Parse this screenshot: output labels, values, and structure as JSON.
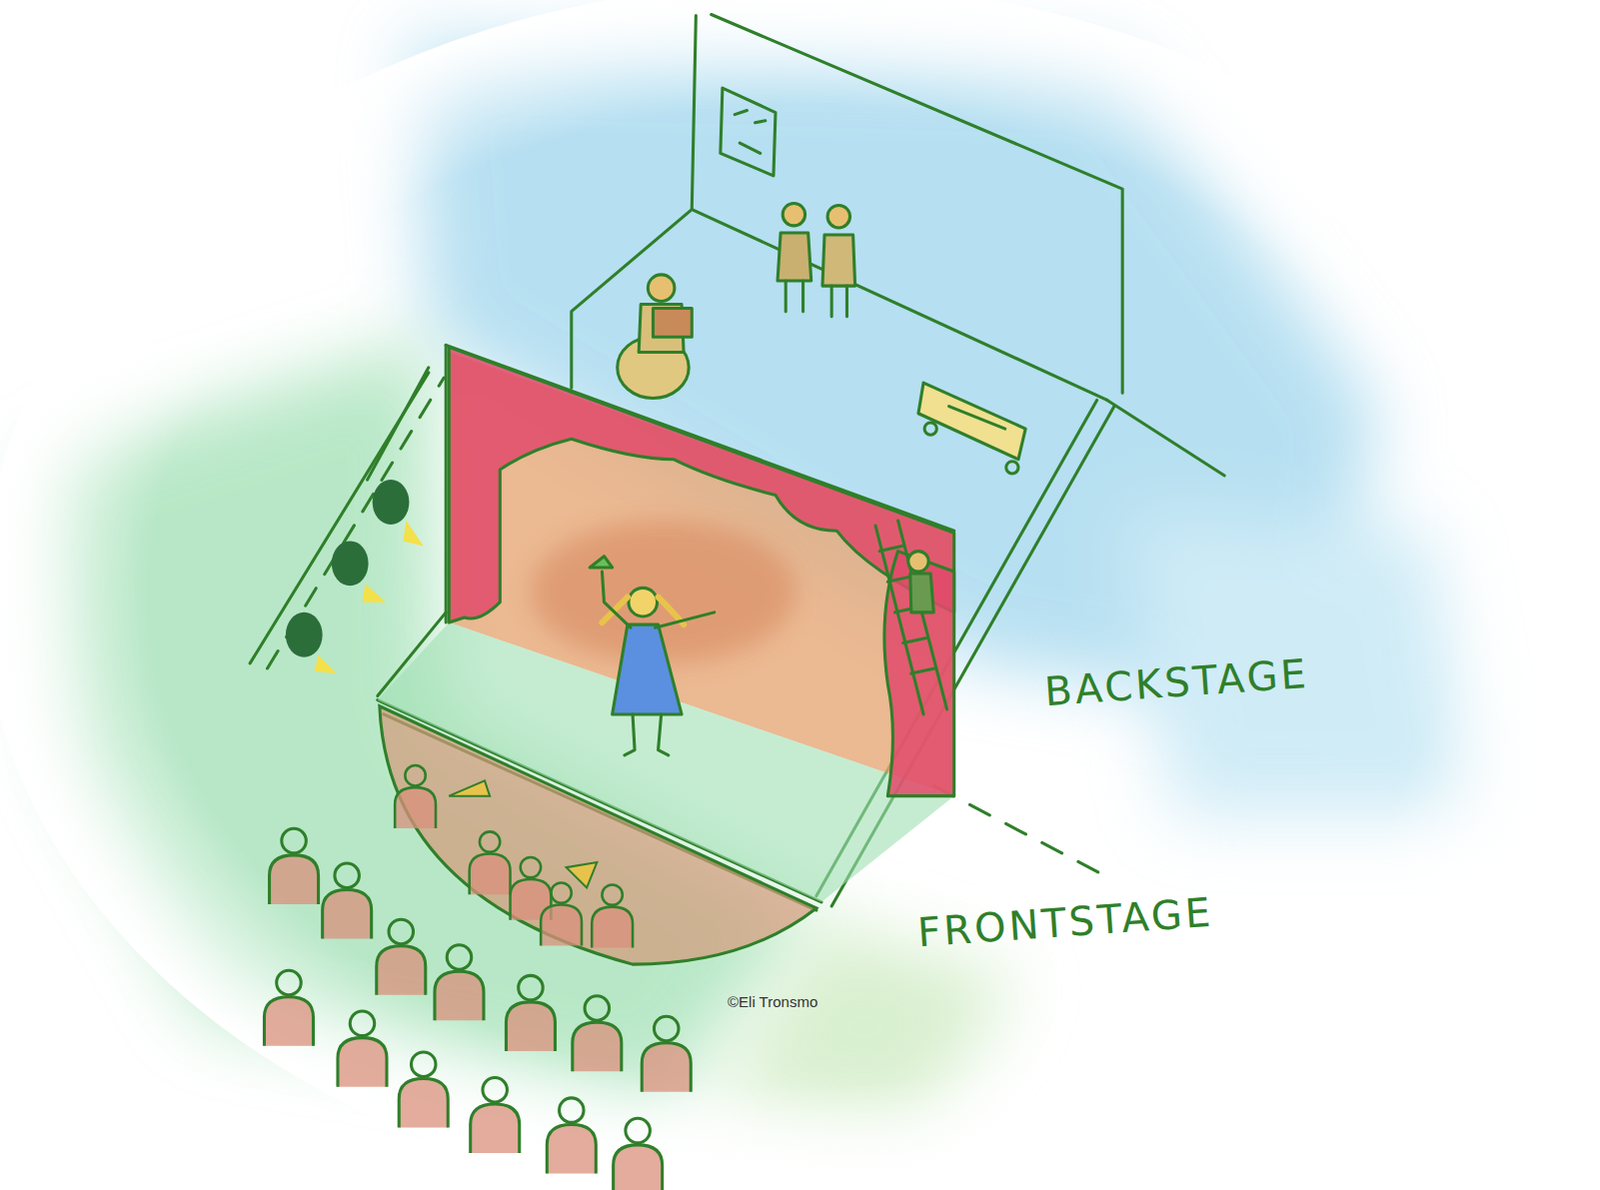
{
  "diagram": {
    "labels": [
      "BACKSTAGE",
      "FRONTSTAGE",
      "©Eli Tronsmo"
    ]
  }
}
